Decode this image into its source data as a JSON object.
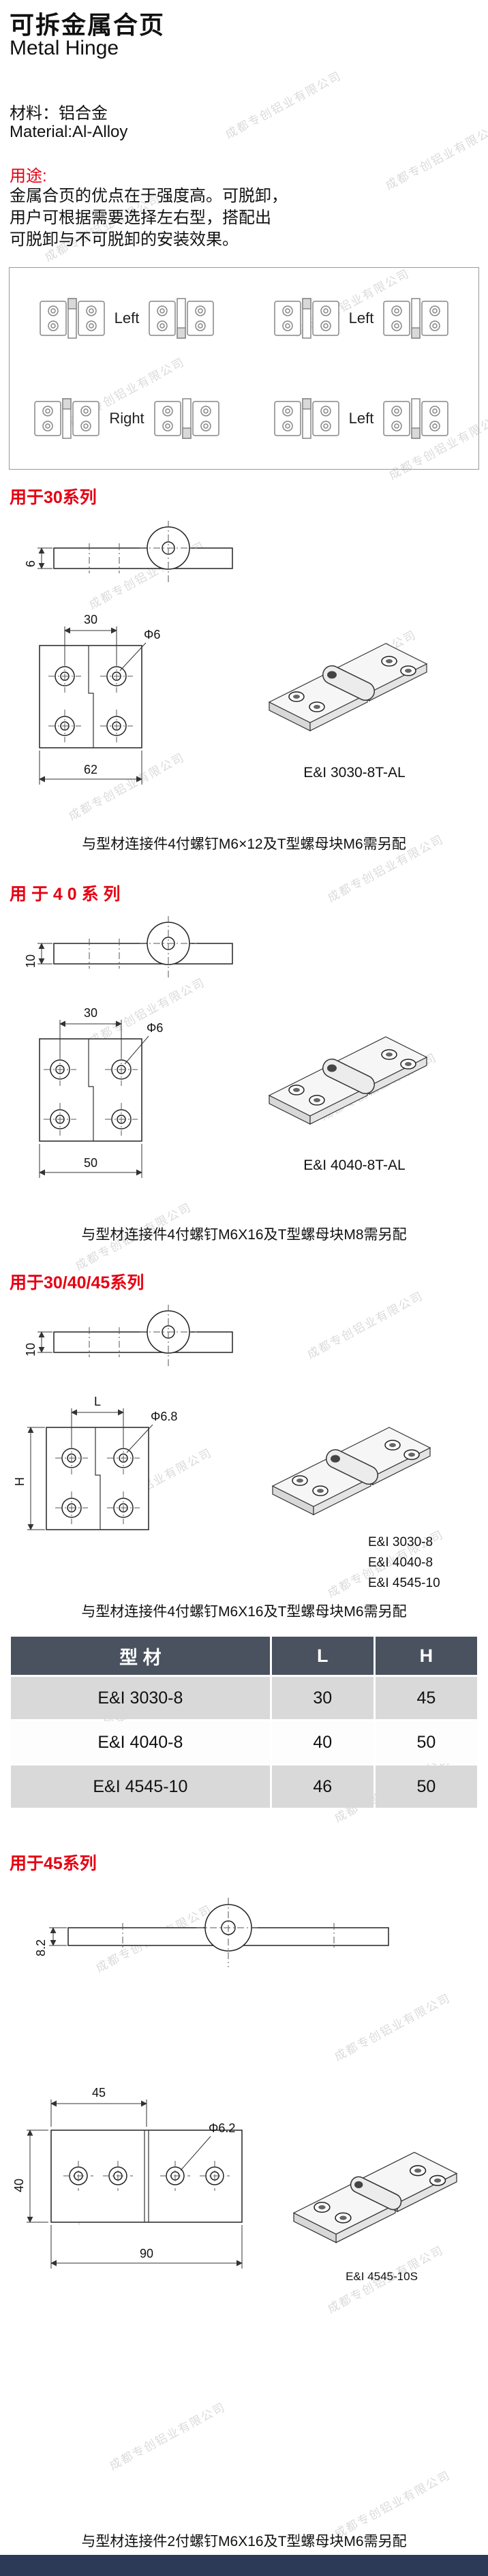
{
  "header": {
    "title_cn": "可拆金属合页",
    "title_en": "Metal Hinge",
    "material_cn": "材料：铝合金",
    "material_en": "Material:Al-Alloy",
    "usage_label": "用途:",
    "usage_lines": [
      "金属合页的优点在于强度高。可脱卸，",
      "用户可根据需要选择左右型，搭配出",
      "可脱卸与不可脱卸的安装效果。"
    ]
  },
  "watermark": {
    "text": "成都专创铝业有限公司"
  },
  "orientation": {
    "labels": [
      "Left",
      "Left",
      "Right",
      "Left"
    ]
  },
  "section30": {
    "heading": "用于30系列",
    "top_height": "6",
    "dim_width": "30",
    "dim_hole": "Φ6",
    "dim_total": "62",
    "model": "E&I  3030-8T-AL",
    "note": "与型材连接件4付螺钉M6×12及T型螺母块M6需另配"
  },
  "section40": {
    "heading": "用 于 4 0 系 列",
    "top_height": "10",
    "dim_width": "30",
    "dim_hole": "Φ6",
    "dim_total": "50",
    "model": "E&I  4040-8T-AL",
    "note": "与型材连接件4付螺钉M6X16及T型螺母块M8需另配"
  },
  "section304045": {
    "heading": "用于30/40/45系列",
    "top_height": "10",
    "dim_width": "L",
    "dim_hole": "Φ6.8",
    "dim_height": "H",
    "models": [
      "E&I  3030-8",
      "E&I  4040-8",
      "E&I  4545-10"
    ],
    "note": "与型材连接件4付螺钉M6X16及T型螺母块M6需另配"
  },
  "spec_table": {
    "headers": [
      "型   材",
      "L",
      "H"
    ],
    "rows": [
      [
        "E&I  3030-8",
        "30",
        "45"
      ],
      [
        "E&I  4040-8",
        "40",
        "50"
      ],
      [
        "E&I  4545-10",
        "46",
        "50"
      ]
    ]
  },
  "section45": {
    "heading": "用于45系列",
    "top_height": "8.2",
    "dim_width": "45",
    "dim_hole": "Φ6.2",
    "dim_total": "90",
    "dim_height": "40",
    "model": "E&I  4545-10S",
    "note": "与型材连接件2付螺钉M6X16及T型螺母块M6需另配"
  },
  "colors": {
    "accent_red": "#e60012",
    "table_header_bg": "#49525e",
    "table_row_alt": "#d9d9d9",
    "footer_bg": "#2c3a57"
  }
}
